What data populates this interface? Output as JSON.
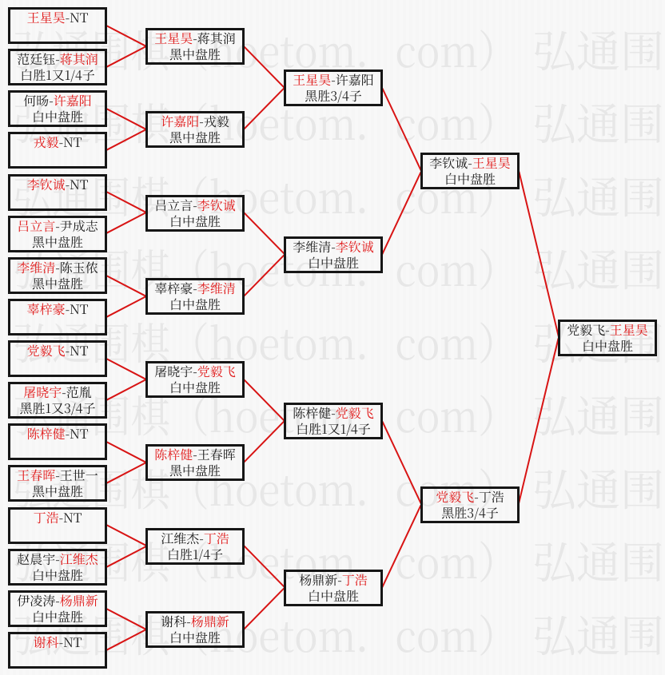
{
  "watermark": {
    "text": "弘通围棋（hoetom．com）"
  },
  "separator": "-",
  "colors": {
    "background": "#f7f7f7",
    "box_border": "#161616",
    "text": "#1b1b1b",
    "winner_red": "#e01818",
    "line_red": "#d81414",
    "watermark_gray": "#e7e7e7"
  },
  "rounds": [
    {
      "name": "round-1",
      "matches": [
        {
          "p1": "王星昊",
          "p2": "NT",
          "winner": 1,
          "result": ""
        },
        {
          "p1": "范廷钰",
          "p2": "蒋其润",
          "winner": 2,
          "result": "白胜1又1/4子"
        },
        {
          "p1": "何旸",
          "p2": "许嘉阳",
          "winner": 2,
          "result": "白中盘胜"
        },
        {
          "p1": "戎毅",
          "p2": "NT",
          "winner": 1,
          "result": ""
        },
        {
          "p1": "李钦诚",
          "p2": "NT",
          "winner": 1,
          "result": ""
        },
        {
          "p1": "吕立言",
          "p2": "尹成志",
          "winner": 1,
          "result": "黑中盘胜"
        },
        {
          "p1": "李维清",
          "p2": "陈玉侬",
          "winner": 1,
          "result": "黑中盘胜"
        },
        {
          "p1": "辜梓豪",
          "p2": "NT",
          "winner": 1,
          "result": ""
        },
        {
          "p1": "党毅飞",
          "p2": "NT",
          "winner": 1,
          "result": ""
        },
        {
          "p1": "屠晓宇",
          "p2": "范胤",
          "winner": 1,
          "result": "黑胜1又3/4子"
        },
        {
          "p1": "陈梓健",
          "p2": "NT",
          "winner": 1,
          "result": ""
        },
        {
          "p1": "王春晖",
          "p2": "王世一",
          "winner": 1,
          "result": "黑中盘胜"
        },
        {
          "p1": "丁浩",
          "p2": "NT",
          "winner": 1,
          "result": ""
        },
        {
          "p1": "赵晨宇",
          "p2": "江维杰",
          "winner": 2,
          "result": "白中盘胜"
        },
        {
          "p1": "伊凌涛",
          "p2": "杨鼎新",
          "winner": 2,
          "result": "白中盘胜"
        },
        {
          "p1": "谢科",
          "p2": "NT",
          "winner": 1,
          "result": ""
        }
      ]
    },
    {
      "name": "round-2",
      "matches": [
        {
          "p1": "王星昊",
          "p2": "蒋其润",
          "winner": 1,
          "result": "黑中盘胜"
        },
        {
          "p1": "许嘉阳",
          "p2": "戎毅",
          "winner": 1,
          "result": "黑中盘胜"
        },
        {
          "p1": "吕立言",
          "p2": "李钦诚",
          "winner": 2,
          "result": "白中盘胜"
        },
        {
          "p1": "辜梓豪",
          "p2": "李维清",
          "winner": 2,
          "result": "白中盘胜"
        },
        {
          "p1": "屠晓宇",
          "p2": "党毅飞",
          "winner": 2,
          "result": "白中盘胜"
        },
        {
          "p1": "陈梓健",
          "p2": "王春晖",
          "winner": 1,
          "result": "黑中盘胜"
        },
        {
          "p1": "江维杰",
          "p2": "丁浩",
          "winner": 2,
          "result": "白胜1/4子"
        },
        {
          "p1": "谢科",
          "p2": "杨鼎新",
          "winner": 2,
          "result": "白中盘胜"
        }
      ]
    },
    {
      "name": "quarterfinal",
      "matches": [
        {
          "p1": "王星昊",
          "p2": "许嘉阳",
          "winner": 1,
          "result": "黑胜3/4子"
        },
        {
          "p1": "李维清",
          "p2": "李钦诚",
          "winner": 2,
          "result": "白中盘胜"
        },
        {
          "p1": "陈梓健",
          "p2": "党毅飞",
          "winner": 2,
          "result": "白胜1又1/4子"
        },
        {
          "p1": "杨鼎新",
          "p2": "丁浩",
          "winner": 2,
          "result": "白中盘胜"
        }
      ]
    },
    {
      "name": "semifinal",
      "matches": [
        {
          "p1": "李钦诚",
          "p2": "王星昊",
          "winner": 2,
          "result": "白中盘胜"
        },
        {
          "p1": "党毅飞",
          "p2": "丁浩",
          "winner": 1,
          "result": "黑胜3/4子"
        }
      ]
    },
    {
      "name": "final",
      "matches": [
        {
          "p1": "党毅飞",
          "p2": "王星昊",
          "winner": 2,
          "result": "白中盘胜"
        }
      ]
    }
  ]
}
